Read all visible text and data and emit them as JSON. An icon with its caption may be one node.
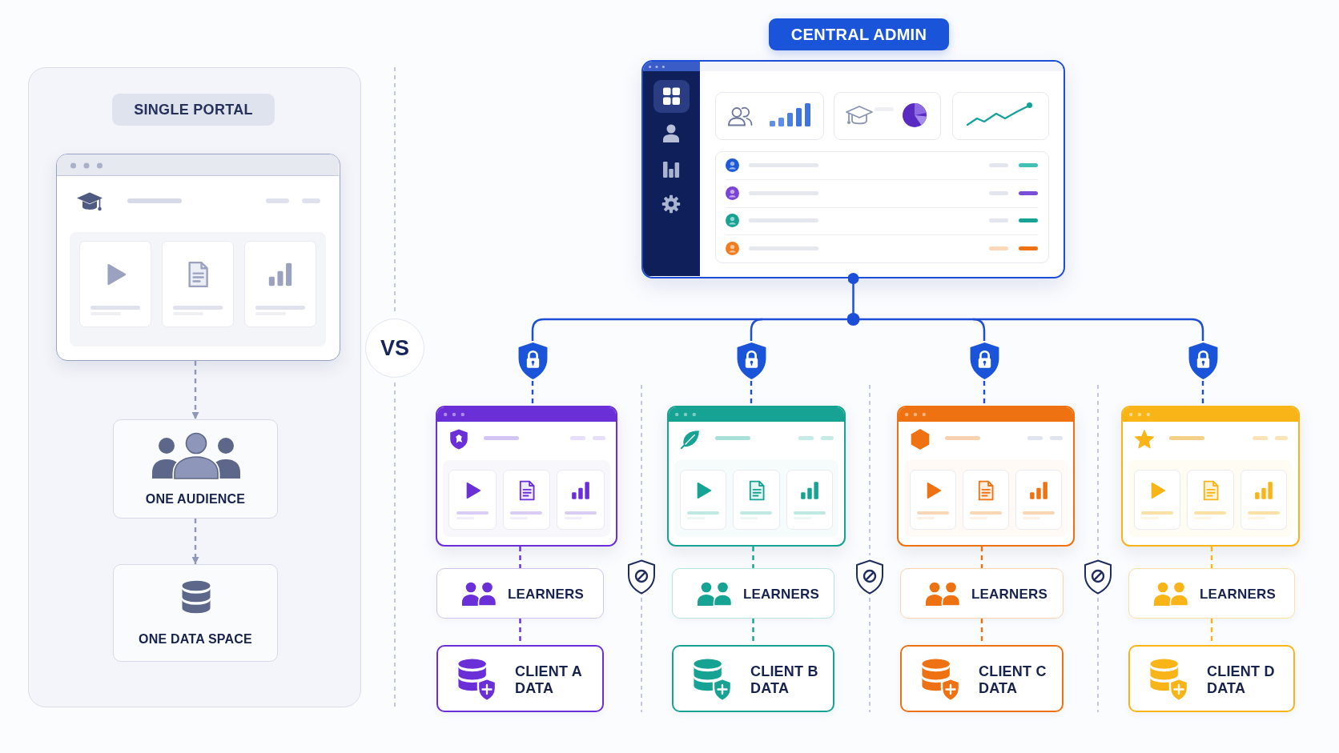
{
  "diagram": {
    "nodes": [
      {
        "text": [],
        "shape": "box"
      },
      {
        "text": [
          "SINGLE PORTAL"
        ],
        "in": 0
      },
      {
        "text": [],
        "shape": "picture",
        "in": 0
      },
      {
        "text": [
          "ONE AUDIENCE"
        ],
        "in": 0
      },
      {
        "text": [
          "ONE DATA SPACE"
        ],
        "in": 0
      },
      {
        "text": [
          "VS"
        ]
      },
      {
        "text": [
          "CENTRAL ADMIN"
        ]
      },
      {
        "text": [],
        "shape": "picture"
      },
      {
        "text": [],
        "shape": "shield"
      },
      {
        "text": [],
        "shape": "shield"
      },
      {
        "text": [],
        "shape": "shield"
      },
      {
        "text": [],
        "shape": "shield"
      },
      {
        "text": [],
        "shape": "picture"
      },
      {
        "text": [],
        "shape": "picture"
      },
      {
        "text": [],
        "shape": "picture"
      },
      {
        "text": [],
        "shape": "picture"
      },
      {
        "text": [
          "LEARNERS"
        ]
      },
      {
        "text": [
          "LEARNERS"
        ]
      },
      {
        "text": [
          "LEARNERS"
        ]
      },
      {
        "text": [
          "LEARNERS"
        ]
      },
      {
        "text": [
          "CLIENT A DATA"
        ]
      },
      {
        "text": [
          "CLIENT B DATA"
        ]
      },
      {
        "text": [
          "CLIENT C DATA"
        ]
      },
      {
        "text": [
          "CLIENT D DATA"
        ]
      }
    ],
    "edges": [
      {
        "from": 2,
        "to": 3,
        "arrow": "to",
        "style": "dashed",
        "color": "#8e97b8"
      },
      {
        "from": 3,
        "to": 4,
        "arrow": "to",
        "style": "dashed",
        "color": "#8e97b8"
      },
      {
        "from": 7,
        "to": 8,
        "arrow": "other"
      },
      {
        "from": 7,
        "to": 9,
        "arrow": "other"
      },
      {
        "from": 7,
        "to": 10,
        "arrow": "other"
      },
      {
        "from": 7,
        "to": 11,
        "arrow": "other"
      },
      {
        "from": 8,
        "to": 12,
        "arrow": "none",
        "style": "dashed"
      },
      {
        "from": 9,
        "to": 13,
        "arrow": "none",
        "style": "dashed"
      },
      {
        "from": 10,
        "to": 14,
        "arrow": "none",
        "style": "dashed"
      },
      {
        "from": 11,
        "to": 15,
        "arrow": "none",
        "style": "dashed"
      },
      {
        "from": 12,
        "to": 16,
        "arrow": "none",
        "style": "dashed",
        "color": "#6a2fd6"
      },
      {
        "from": 16,
        "to": 20,
        "arrow": "none",
        "style": "dashed",
        "color": "#6a2fd6"
      },
      {
        "from": 13,
        "to": 17,
        "arrow": "none",
        "style": "dashed",
        "color": "#16a394"
      },
      {
        "from": 17,
        "to": 21,
        "arrow": "none",
        "style": "dashed",
        "color": "#16a394"
      },
      {
        "from": 14,
        "to": 18,
        "arrow": "none",
        "style": "dashed",
        "color": "#ef7212"
      },
      {
        "from": 18,
        "to": 22,
        "arrow": "none",
        "style": "dashed",
        "color": "#ef7212"
      },
      {
        "from": 15,
        "to": 19,
        "arrow": "none",
        "style": "dashed",
        "color": "#f9b417"
      },
      {
        "from": 19,
        "to": 23,
        "arrow": "none",
        "style": "dashed",
        "color": "#f9b417"
      }
    ]
  }
}
